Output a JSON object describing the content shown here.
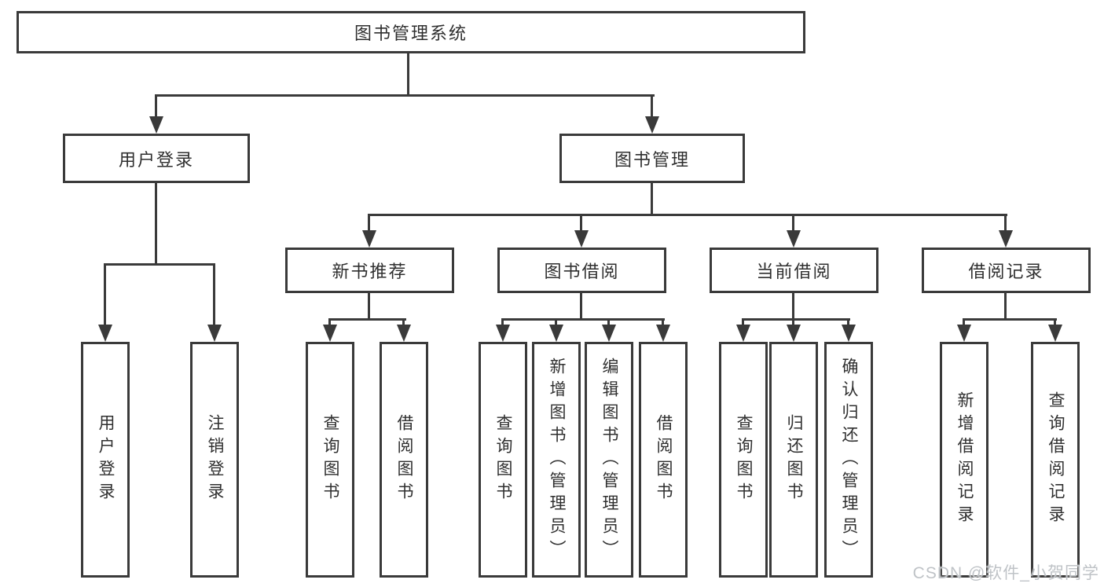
{
  "diagram": {
    "root": "图书管理系统",
    "level2": [
      "用户登录",
      "图书管理"
    ],
    "level3": [
      "新书推荐",
      "图书借阅",
      "当前借阅",
      "借阅记录"
    ],
    "leaves": [
      [
        "用户登录",
        "注销登录"
      ],
      [
        "查询图书",
        "借阅图书"
      ],
      [
        "查询图书",
        "新增图书（管理员）",
        "编辑图书（管理员）",
        "借阅图书"
      ],
      [
        "查询图书",
        "归还图书",
        "确认归还（管理员）"
      ],
      [
        "新增借阅记录",
        "查询借阅记录"
      ]
    ]
  },
  "watermark": "CSDN @软件_小贺同学",
  "colors": {
    "line": "#3a3a3a",
    "box_border": "#3a3a3a",
    "text": "#2f2f2f",
    "watermark": "#bfc3c7",
    "background": "#ffffff"
  }
}
